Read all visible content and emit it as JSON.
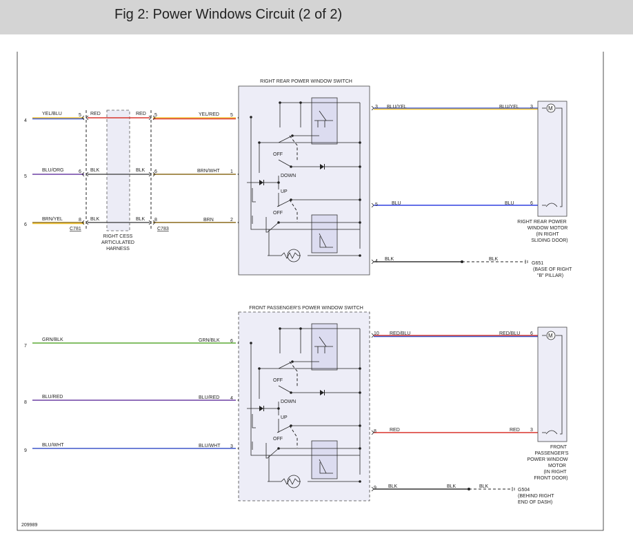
{
  "header": {
    "title": "Fig 2: Power Windows Circuit (2 of 2)"
  },
  "figure_id": "209989",
  "colors": {
    "header_bg": "#d4d4d4",
    "YEL": "#f2c32e",
    "BLU": "#3f56c8",
    "ORG": "#6c3fa3",
    "BRN": "#8a6a1c",
    "GRN": "#5aa832",
    "RED": "#d8342b",
    "BLK": "#333333",
    "switch_fill": "#ededf7"
  },
  "terminals": [
    "4",
    "5",
    "6",
    "7",
    "8",
    "9"
  ],
  "cess": {
    "wires_left": [
      "YEL/BLU",
      "BLU/ORG",
      "BRN/YEL"
    ],
    "pins_left": [
      "5",
      "6",
      "8"
    ],
    "inside_left": [
      "RED",
      "BLK",
      "BLK"
    ],
    "inside_right": [
      "RED",
      "BLK",
      "BLK"
    ],
    "pins_right": [
      "5",
      "6",
      "8"
    ],
    "connector_left": "C781",
    "connector_right": "C783",
    "harness_label": [
      "RIGHT CESS",
      "ARTICULATED",
      "HARNESS"
    ]
  },
  "rear": {
    "switch_title": "RIGHT REAR POWER WINDOW SWITCH",
    "in_wires": [
      "YEL/RED",
      "BRN/WHT",
      "BRN"
    ],
    "in_pins": [
      "5",
      "1",
      "2"
    ],
    "switch_labels": [
      "OFF",
      "DOWN",
      "UP",
      "OFF"
    ],
    "out_pins": [
      "3",
      "5",
      "4"
    ],
    "out_wires": [
      "BLU/YEL",
      "BLU",
      "BLK"
    ],
    "motor_wires": [
      "BLU/YEL",
      "BLU"
    ],
    "motor_pins": [
      "3",
      "6"
    ],
    "motor_label": [
      "RIGHT REAR POWER",
      "WINDOW MOTOR",
      "(IN RIGHT",
      "SLIDING DOOR)"
    ],
    "ground_wire": "BLK",
    "ground_id": "G651",
    "ground_label": [
      "(BASE OF RIGHT",
      "\"B\" PILLAR)"
    ]
  },
  "front": {
    "switch_title": "FRONT PASSENGER'S POWER WINDOW SWITCH",
    "left_wires": [
      "GRN/BLK",
      "BLU/RED",
      "BLU/WHT"
    ],
    "in_wires": [
      "GRN/BLK",
      "BLU/RED",
      "BLU/WHT"
    ],
    "in_pins": [
      "6",
      "4",
      "3"
    ],
    "switch_labels": [
      "OFF",
      "DOWN",
      "UP",
      "OFF"
    ],
    "out_pins": [
      "10",
      "8",
      "9"
    ],
    "out_wires": [
      "RED/BLU",
      "RED",
      "BLK"
    ],
    "motor_wires": [
      "RED/BLU",
      "RED"
    ],
    "motor_pins": [
      "6",
      "3"
    ],
    "motor_label": [
      "FRONT",
      "PASSENGER'S",
      "POWER WINDOW",
      "MOTOR",
      "(IN RIGHT",
      "FRONT DOOR)"
    ],
    "ground_wires": [
      "BLK",
      "BLK"
    ],
    "ground_id": "G504",
    "ground_label": [
      "(BEHIND RIGHT",
      "END OF DASH)"
    ]
  }
}
